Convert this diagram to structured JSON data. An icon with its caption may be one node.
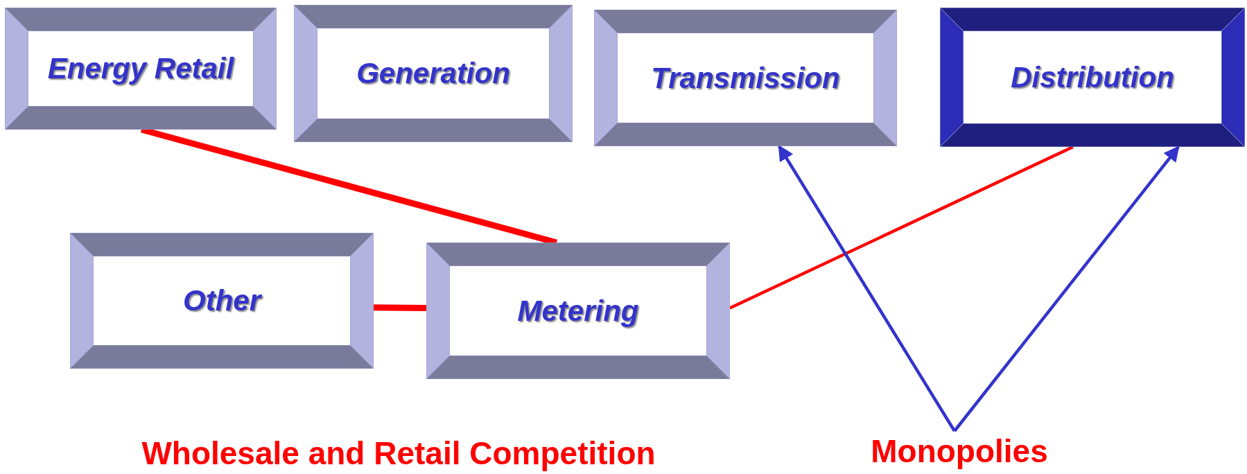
{
  "diagram": {
    "nodes": [
      {
        "text": [
          "Energy Retail"
        ]
      },
      {
        "text": [
          "Generation"
        ]
      },
      {
        "text": [
          "Transmission"
        ]
      },
      {
        "text": [
          "Distribution"
        ]
      },
      {
        "text": [
          "Other"
        ]
      },
      {
        "text": [
          "Metering"
        ]
      },
      {
        "text": [
          "Monopolies"
        ]
      }
    ],
    "edges": [
      {
        "from": 0,
        "to": 5,
        "arrow": "none",
        "style": "thick"
      },
      {
        "from": 4,
        "to": 5,
        "arrow": "none",
        "style": "thick"
      },
      {
        "from": 5,
        "to": 3,
        "arrow": "none"
      },
      {
        "from": 6,
        "to": 2,
        "arrow": "to",
        "color": "#3333cc"
      },
      {
        "from": 6,
        "to": 3,
        "arrow": "to",
        "color": "#3333cc"
      }
    ],
    "labels": [
      "Wholesale and Retail Competition"
    ]
  }
}
